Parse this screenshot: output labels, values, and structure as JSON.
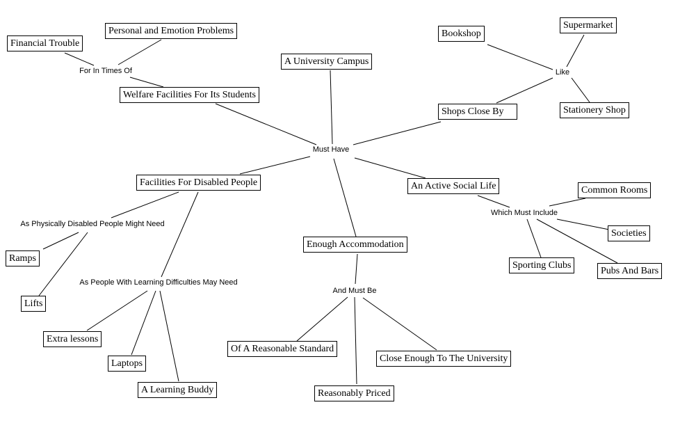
{
  "nodes": {
    "financial_trouble": "Financial Trouble",
    "personal_emotion": "Personal and Emotion Problems",
    "welfare": "Welfare Facilities For Its Students",
    "university_campus": "A University Campus",
    "bookshop": "Bookshop",
    "supermarket": "Supermarket",
    "stationery": "Stationery Shop",
    "shops_close": "Shops Close By",
    "disabled": "Facilities For Disabled People",
    "social_life": "An Active Social Life",
    "common_rooms": "Common Rooms",
    "societies": "Societies",
    "sporting_clubs": "Sporting Clubs",
    "pubs_bars": "Pubs And Bars",
    "ramps": "Ramps",
    "lifts": "Lifts",
    "extra_lessons": "Extra lessons",
    "laptops": "Laptops",
    "learning_buddy": "A Learning Buddy",
    "accommodation": "Enough Accommodation",
    "reasonable_standard": "Of A Reasonable Standard",
    "close_enough": "Close Enough To The University",
    "reasonably_priced": "Reasonably Priced"
  },
  "links": {
    "for_in_times_of": "For In Times Of",
    "must_have": "Must Have",
    "like": "Like",
    "which_must_include": "Which Must Include",
    "physically_disabled": "As Physically Disabled People Might Need",
    "learning_difficulties": "As People With Learning Difficulties May Need",
    "and_must_be": "And Must Be"
  }
}
